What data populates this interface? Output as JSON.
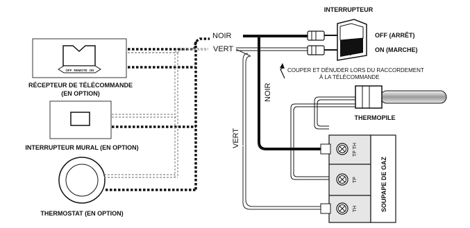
{
  "labels": {
    "switch_title": "INTERRUPTEUR",
    "off": "OFF (ARRÊT)",
    "on": "ON (MARCHE)",
    "noir_top": "NOIR",
    "vert_top": "VERT",
    "cut_note_1": "COUPER ET DÉNUDER LORS DU RACCORDEMENT",
    "cut_note_2": "À LA TÉLÉCOMMANDE",
    "receiver_1": "RÉCEPTEUR DE TÉLÉCOMMANDE",
    "receiver_2": "(EN OPTION)",
    "wall_switch": "INTERRUPTEUR MURAL (EN OPTION)",
    "thermostat": "THERMOSTAT (EN OPTION)",
    "thermopile": "THERMOPILE",
    "gas_valve": "SOUPAPE DE GAZ",
    "noir_vertical": "NOIR",
    "vert_vertical": "VERT",
    "tpth": "TP TH",
    "tp": "TP",
    "th": "TH",
    "remote_off": "OFF",
    "remote_remote": "REMOTE",
    "remote_on": "ON"
  },
  "colors": {
    "line": "#111111",
    "grey": "#999999",
    "shade": "#d8d8d8"
  }
}
